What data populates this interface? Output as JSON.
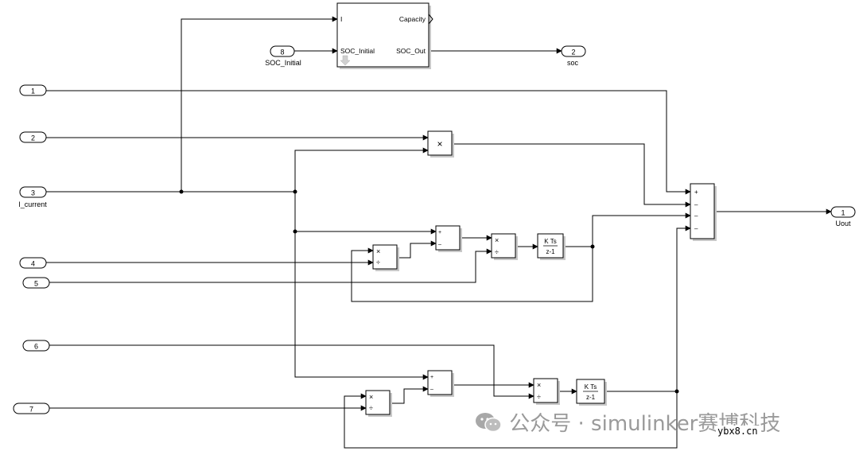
{
  "inports": [
    {
      "id": "in1",
      "num": "1",
      "label": ""
    },
    {
      "id": "in2",
      "num": "2",
      "label": ""
    },
    {
      "id": "in3",
      "num": "3",
      "label": "I_current"
    },
    {
      "id": "in4",
      "num": "4",
      "label": ""
    },
    {
      "id": "in5",
      "num": "5",
      "label": ""
    },
    {
      "id": "in6",
      "num": "6",
      "label": ""
    },
    {
      "id": "in7",
      "num": "7",
      "label": ""
    },
    {
      "id": "in8",
      "num": "8",
      "label": "SOC_Initial"
    }
  ],
  "outports": [
    {
      "id": "out2",
      "num": "2",
      "label": "soc"
    },
    {
      "id": "out1",
      "num": "1",
      "label": "Uout"
    }
  ],
  "soc_block": {
    "port_in_1": "I",
    "port_in_2": "SOC_Initial",
    "port_out_1": "Capacity",
    "port_out_2": "SOC_Out"
  },
  "operators": {
    "product": "×",
    "divide": "÷",
    "plus": "+",
    "minus": "–"
  },
  "integrator": {
    "numerator": "K Ts",
    "denominator": "z-1"
  },
  "watermark": {
    "text": "公众号 · simulinker赛博科技",
    "site": "ybx8.cn"
  }
}
